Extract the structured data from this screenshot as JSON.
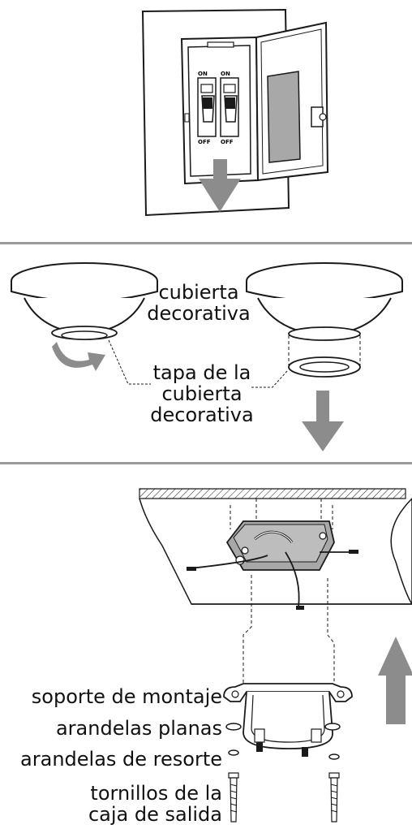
{
  "step2": {
    "labels": {
      "decorative_cover": "cubierta\ndecorativa",
      "cover_cap": "tapa de la\ncubierta\ndecorativa"
    }
  },
  "step3": {
    "labels": {
      "mounting_bracket": "soporte de montaje",
      "flat_washers": "arandelas planas",
      "spring_washers": "arandelas de resorte",
      "outlet_box_screws": "tornillos de la\ncaja de salida"
    }
  },
  "colors": {
    "arrow": "#8c8c8c",
    "divider": "#9a9a9a",
    "glass": "#a8a8a8",
    "line": "#1a1a1a"
  }
}
